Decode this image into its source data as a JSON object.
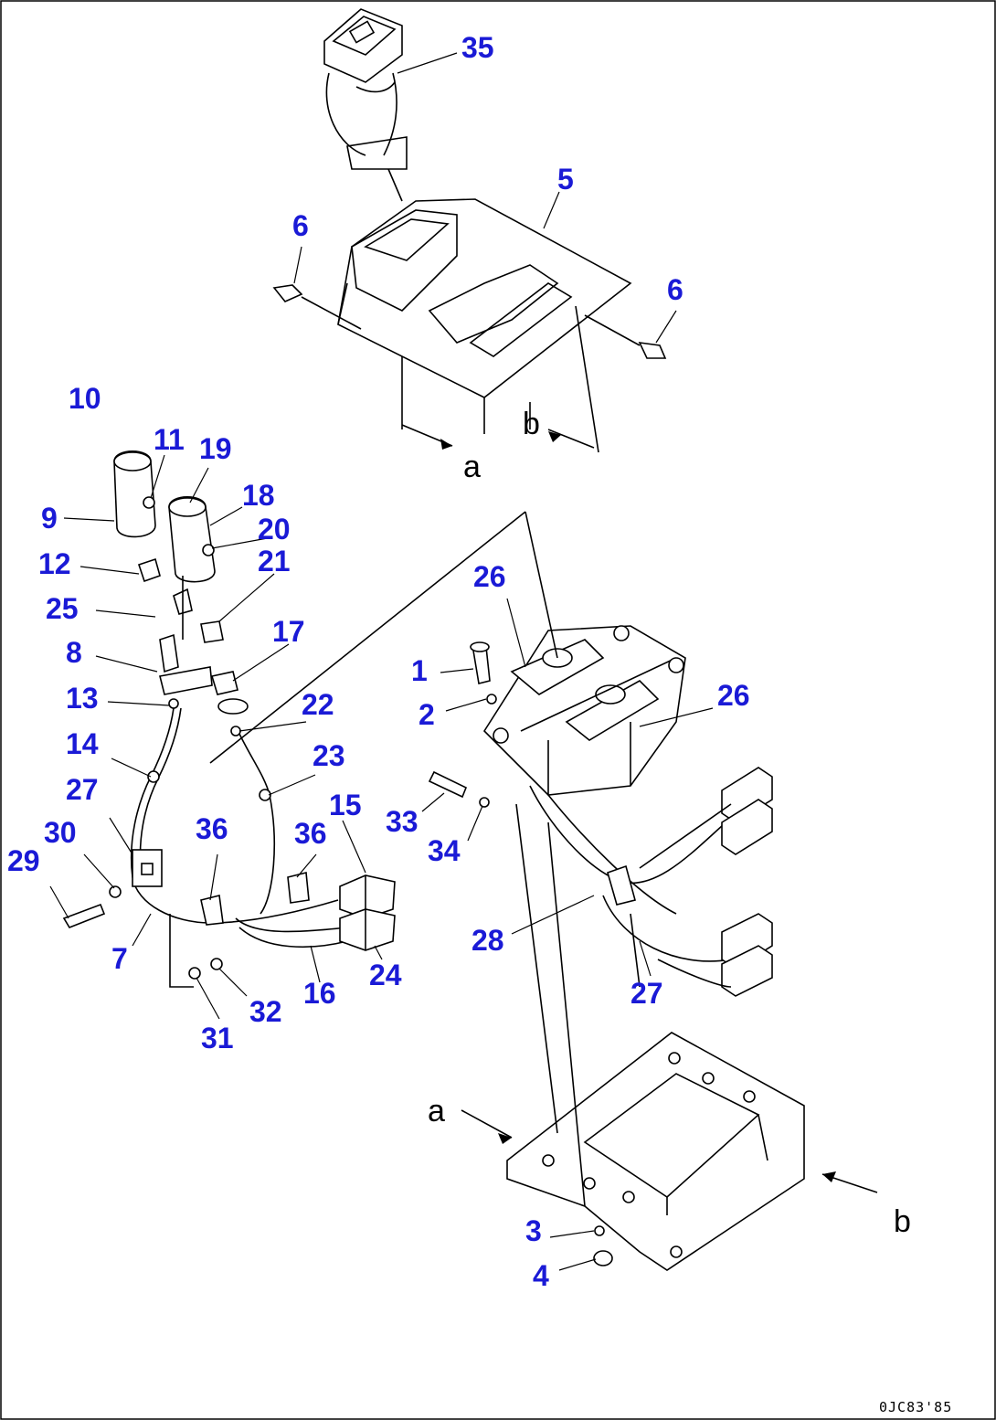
{
  "figure": {
    "code": "0JC83'85",
    "view_refs": [
      "a",
      "a",
      "b",
      "b"
    ],
    "callouts": [
      "35",
      "5",
      "6",
      "6",
      "10",
      "11",
      "19",
      "9",
      "18",
      "20",
      "12",
      "21",
      "25",
      "17",
      "8",
      "22",
      "13",
      "14",
      "23",
      "27",
      "15",
      "30",
      "36",
      "36",
      "29",
      "7",
      "24",
      "16",
      "32",
      "31",
      "26",
      "26",
      "1",
      "2",
      "33",
      "34",
      "28",
      "27",
      "3",
      "4"
    ]
  },
  "colors": {
    "callout": "#1a1ad6",
    "line": "#000000",
    "background": "#ffffff"
  }
}
